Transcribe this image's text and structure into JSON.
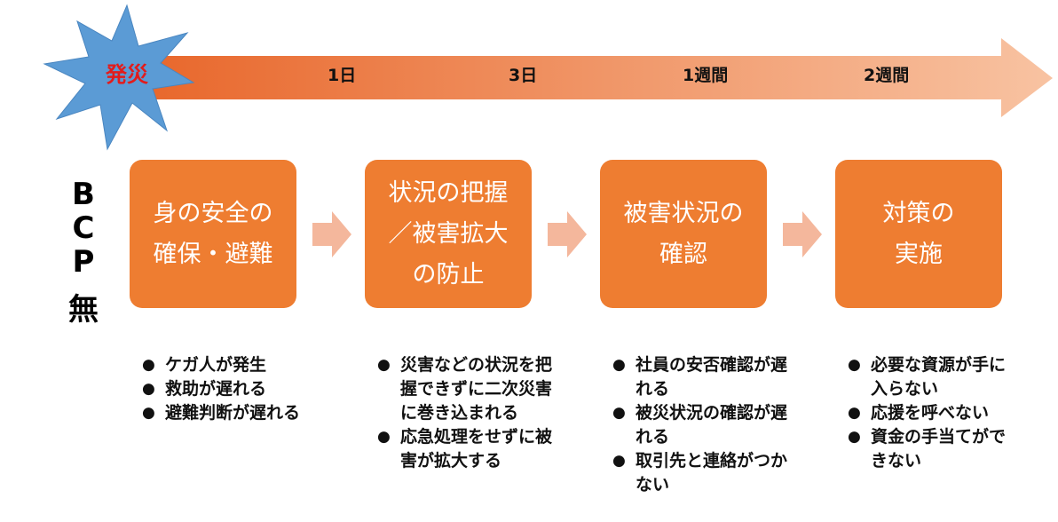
{
  "timeline": {
    "burst_label": "発災",
    "ticks": [
      "1日",
      "3日",
      "1週間",
      "2週間"
    ]
  },
  "bcp_label": {
    "chars": [
      "B",
      "C",
      "P",
      "無"
    ]
  },
  "steps": [
    {
      "line1": "身の安全の",
      "line2": "確保・避難",
      "line3": ""
    },
    {
      "line1": "状況の把握",
      "line2": "／被害拡大",
      "line3": "の防止"
    },
    {
      "line1": "被害状況の",
      "line2": "確認",
      "line3": ""
    },
    {
      "line1": "対策の",
      "line2": "実施",
      "line3": ""
    }
  ],
  "bullets": [
    [
      "ケガ人が発生",
      "救助が遅れる",
      "避難判断が遅れる"
    ],
    [
      "災害などの状況を把握できずに二次災害に巻き込まれる",
      "応急処理をせずに被害が拡大する"
    ],
    [
      "社員の安否確認が遅れる",
      "被災状況の確認が遅れる",
      "取引先と連絡がつかない"
    ],
    [
      "必要な資源が手に入らない",
      "応援を呼べない",
      "資金の手当てができない"
    ]
  ],
  "colors": {
    "arrow_start": "#e8662a",
    "arrow_end": "#f8c3a2",
    "burst": "#5b9bd5",
    "burst_label": "#e21c1c",
    "step_box": "#ee7d31",
    "chevron": "#f4b79c"
  }
}
